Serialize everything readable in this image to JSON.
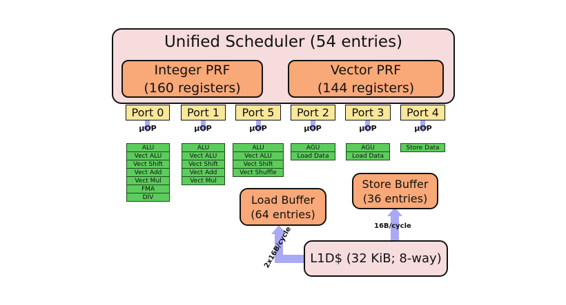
{
  "scheduler": {
    "title": "Unified Scheduler (54 entries)"
  },
  "prf": {
    "integer": {
      "name": "Integer PRF",
      "size": "(160 registers)"
    },
    "vector": {
      "name": "Vector PRF",
      "size": "(144 registers)"
    }
  },
  "uop_label": "µOP",
  "ports": [
    {
      "label": "Port 0",
      "units": [
        "ALU",
        "Vect ALU",
        "Vect Shift",
        "Vect Add",
        "Vect Mul",
        "FMA",
        "DIV"
      ]
    },
    {
      "label": "Port 1",
      "units": [
        "ALU",
        "Vect ALU",
        "Vect Shift",
        "Vect Add",
        "Vect Mul"
      ]
    },
    {
      "label": "Port 5",
      "units": [
        "ALU",
        "Vect ALU",
        "Vect Shift",
        "Vect Shuffle"
      ]
    },
    {
      "label": "Port 2",
      "units": [
        "AGU",
        "Load Data"
      ]
    },
    {
      "label": "Port 3",
      "units": [
        "AGU",
        "Load Data"
      ]
    },
    {
      "label": "Port 4",
      "units": [
        "Store Data"
      ]
    }
  ],
  "load_buffer": {
    "line1": "Load Buffer",
    "line2": "(64 entries)"
  },
  "store_buffer": {
    "line1": "Store Buffer",
    "line2": "(36 entries)"
  },
  "l1d": {
    "label": "L1D$ (32 KiB; 8-way)"
  },
  "bandwidth": {
    "store": "16B/cycle",
    "load": "2x16B/cycle"
  },
  "colors": {
    "scheduler_fill": "#f6dcdc",
    "prf_fill": "#f9a877",
    "port_fill": "#f9e79a",
    "unit_fill": "#5ccc5c",
    "arrow": "#a9a9f6"
  }
}
